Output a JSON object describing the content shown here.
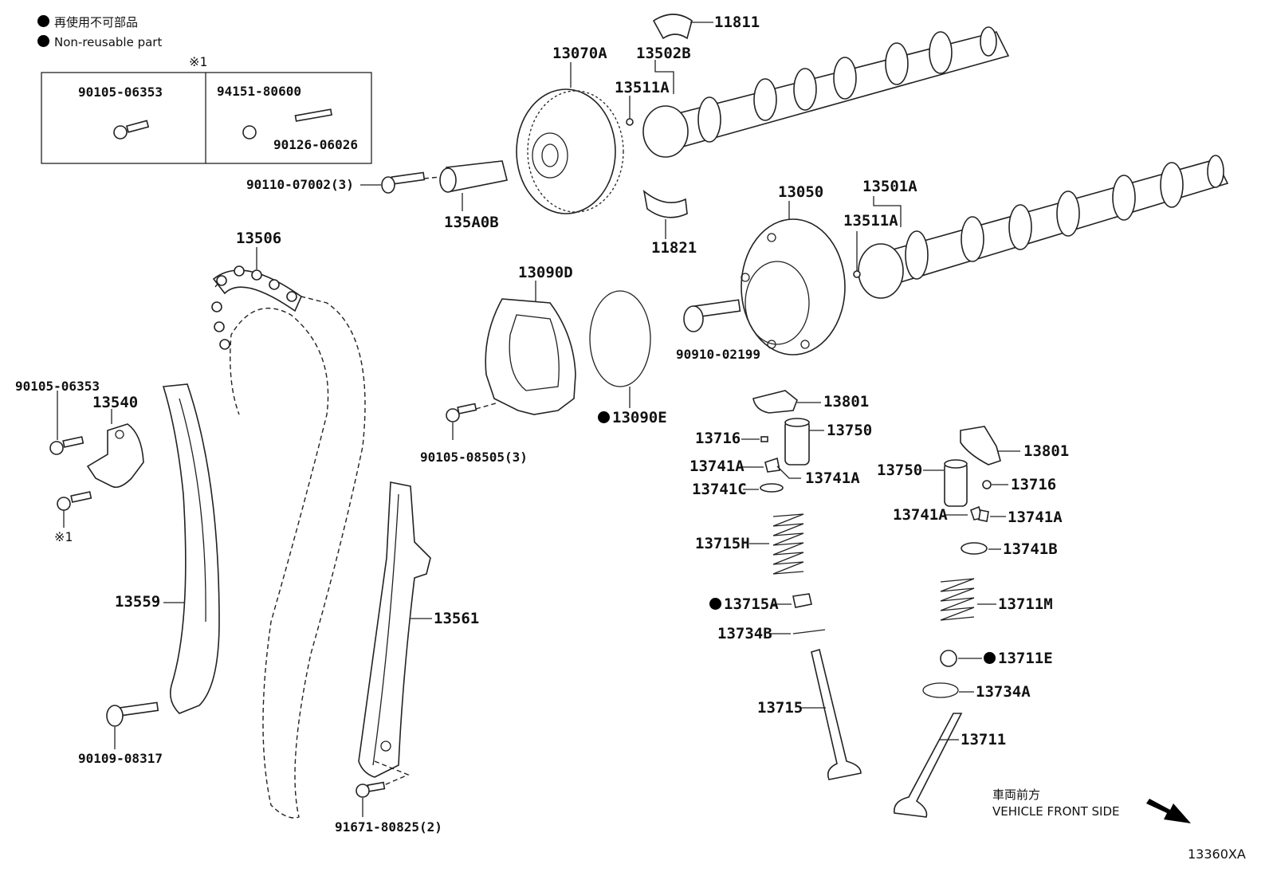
{
  "legend": {
    "non_reusable_jp": "再使用不可部品",
    "non_reusable_en": "Non-reusable part"
  },
  "box": {
    "ref_mark": "※1",
    "part_a": "90105-06353",
    "part_b": "94151-80600",
    "part_c": "90126-06026"
  },
  "labels": {
    "p11811": "11811",
    "p13070A": "13070A",
    "p13502B": "13502B",
    "p13511A_top": "13511A",
    "p90110": "90110-07002(3)",
    "p135A0B": "135A0B",
    "p11821": "11821",
    "p13050": "13050",
    "p13501A": "13501A",
    "p13511A_mid": "13511A",
    "p13506": "13506",
    "p13090D": "13090D",
    "p90910": "90910-02199",
    "p13090E": "13090E",
    "p90105_08505": "90105-08505(3)",
    "p90105_06353_left": "90105-06353",
    "p13540": "13540",
    "ref_mark_left": "※1",
    "p13559": "13559",
    "p13561": "13561",
    "p90109": "90109-08317",
    "p91671": "91671-80825(2)",
    "p13801_a": "13801",
    "p13716_a": "13716",
    "p13750_a": "13750",
    "p13741A_a": "13741A",
    "p13741A_b": "13741A",
    "p13741C": "13741C",
    "p13715H": "13715H",
    "p13715A": "13715A",
    "p13734B": "13734B",
    "p13715": "13715",
    "p13801_b": "13801",
    "p13750_b": "13750",
    "p13716_b": "13716",
    "p13741A_c": "13741A",
    "p13741A_d": "13741A",
    "p13741B": "13741B",
    "p13711M": "13711M",
    "p13711E": "13711E",
    "p13734A": "13734A",
    "p13711": "13711"
  },
  "direction": {
    "jp": "車両前方",
    "en": "VEHICLE FRONT SIDE"
  },
  "figure_id": "13360XA"
}
